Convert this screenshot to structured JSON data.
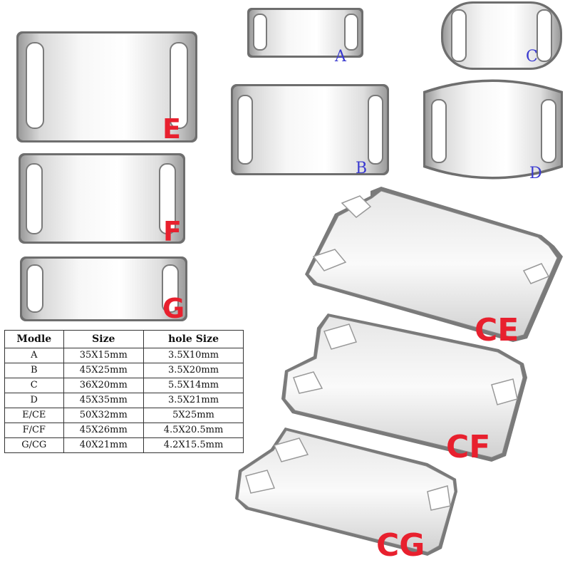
{
  "labels": {
    "E": "E",
    "F": "F",
    "G": "G",
    "A": "A",
    "B": "B",
    "C": "C",
    "D": "D",
    "CE": "CE",
    "CF": "CF",
    "CG": "CG"
  },
  "table": {
    "headers": [
      "Modle",
      "Size",
      "hole Size"
    ],
    "rows": [
      [
        "A",
        "35X15mm",
        "3.5X10mm"
      ],
      [
        "B",
        "45X25mm",
        "3.5X20mm"
      ],
      [
        "C",
        "36X20mm",
        "5.5X14mm"
      ],
      [
        "D",
        "45X35mm",
        "3.5X21mm"
      ],
      [
        "E/CE",
        "50X32mm",
        "5X25mm"
      ],
      [
        "F/CF",
        "45X26mm",
        "4.5X20.5mm"
      ],
      [
        "G/CG",
        "40X21mm",
        "4.2X15.5mm"
      ]
    ]
  },
  "colors": {
    "label_red": "#e8202e",
    "label_blue": "#3a3ad0"
  }
}
